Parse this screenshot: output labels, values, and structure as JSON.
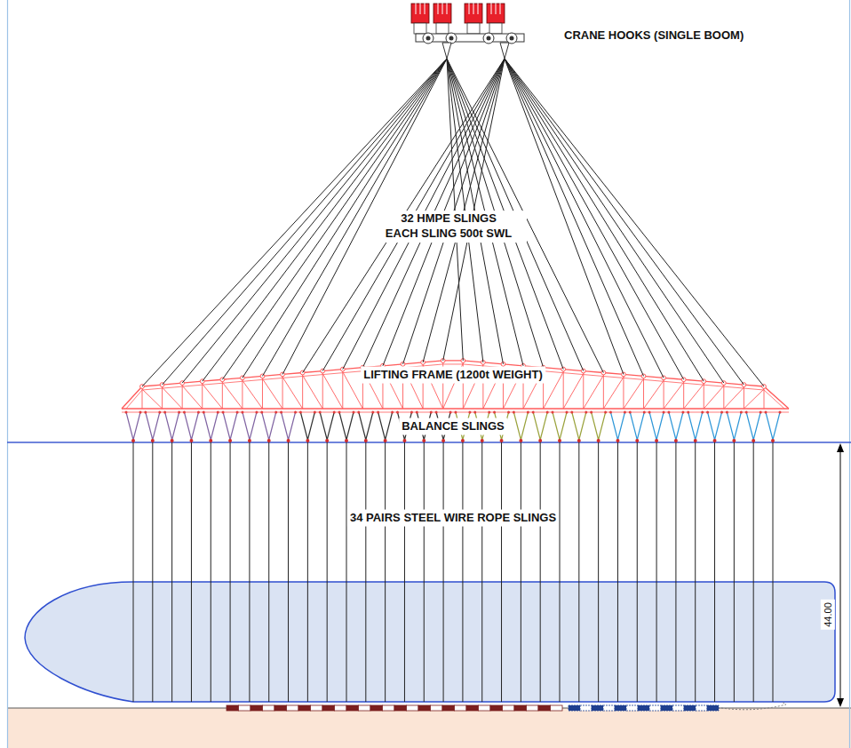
{
  "diagram": {
    "labels": [
      "CRANE HOOKS (SINGLE BOOM)",
      "32 HMPE SLINGS EACH SLING 500t SWL",
      "LIFTING FRAME (1200t WEIGHT)",
      "BALANCE SLINGS",
      "34 PAIRS STEEL WIRE ROPE SLINGS",
      "44.00"
    ]
  }
}
